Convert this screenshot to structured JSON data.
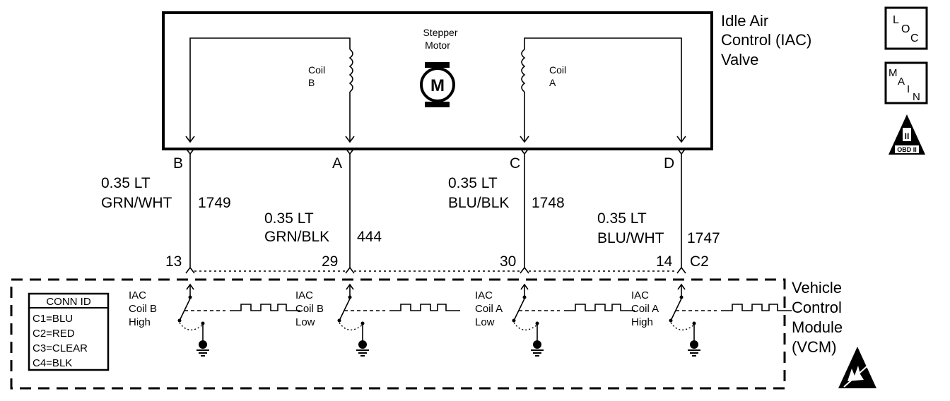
{
  "component": {
    "title_lines": [
      "Idle Air",
      "Control (IAC)",
      "Valve"
    ],
    "motor_label_lines": [
      "Stepper",
      "Motor"
    ],
    "motor_symbol": "M",
    "coil_b_lines": [
      "Coil",
      "B"
    ],
    "coil_a_lines": [
      "Coil",
      "A"
    ]
  },
  "badges": {
    "loc": [
      "L",
      "O",
      "C"
    ],
    "main": [
      "M",
      "A",
      "I",
      "N"
    ],
    "obd": {
      "symbol": "II",
      "caption": "OBD II"
    }
  },
  "pins": [
    "B",
    "A",
    "C",
    "D"
  ],
  "wires": [
    {
      "gauge": "0.35 LT",
      "color": "GRN/WHT",
      "circuit": "1749"
    },
    {
      "gauge": "0.35 LT",
      "color": "GRN/BLK",
      "circuit": "444"
    },
    {
      "gauge": "0.35 LT",
      "color": "BLU/BLK",
      "circuit": "1748"
    },
    {
      "gauge": "0.35 LT",
      "color": "BLU/WHT",
      "circuit": "1747"
    }
  ],
  "vcm_pins": [
    "13",
    "29",
    "30",
    "14"
  ],
  "vcm_connector": "C2",
  "module": {
    "title_lines": [
      "Vehicle",
      "Control",
      "Module",
      "(VCM)"
    ]
  },
  "drivers": [
    {
      "lines": [
        "IAC",
        "Coil B",
        "High"
      ]
    },
    {
      "lines": [
        "IAC",
        "Coil B",
        "Low"
      ]
    },
    {
      "lines": [
        "IAC",
        "Coil A",
        "Low"
      ]
    },
    {
      "lines": [
        "IAC",
        "Coil A",
        "High"
      ]
    }
  ],
  "conn_id": {
    "title": "CONN ID",
    "rows": [
      "C1=BLU",
      "C2=RED",
      "C3=CLEAR",
      "C4=BLK"
    ]
  }
}
